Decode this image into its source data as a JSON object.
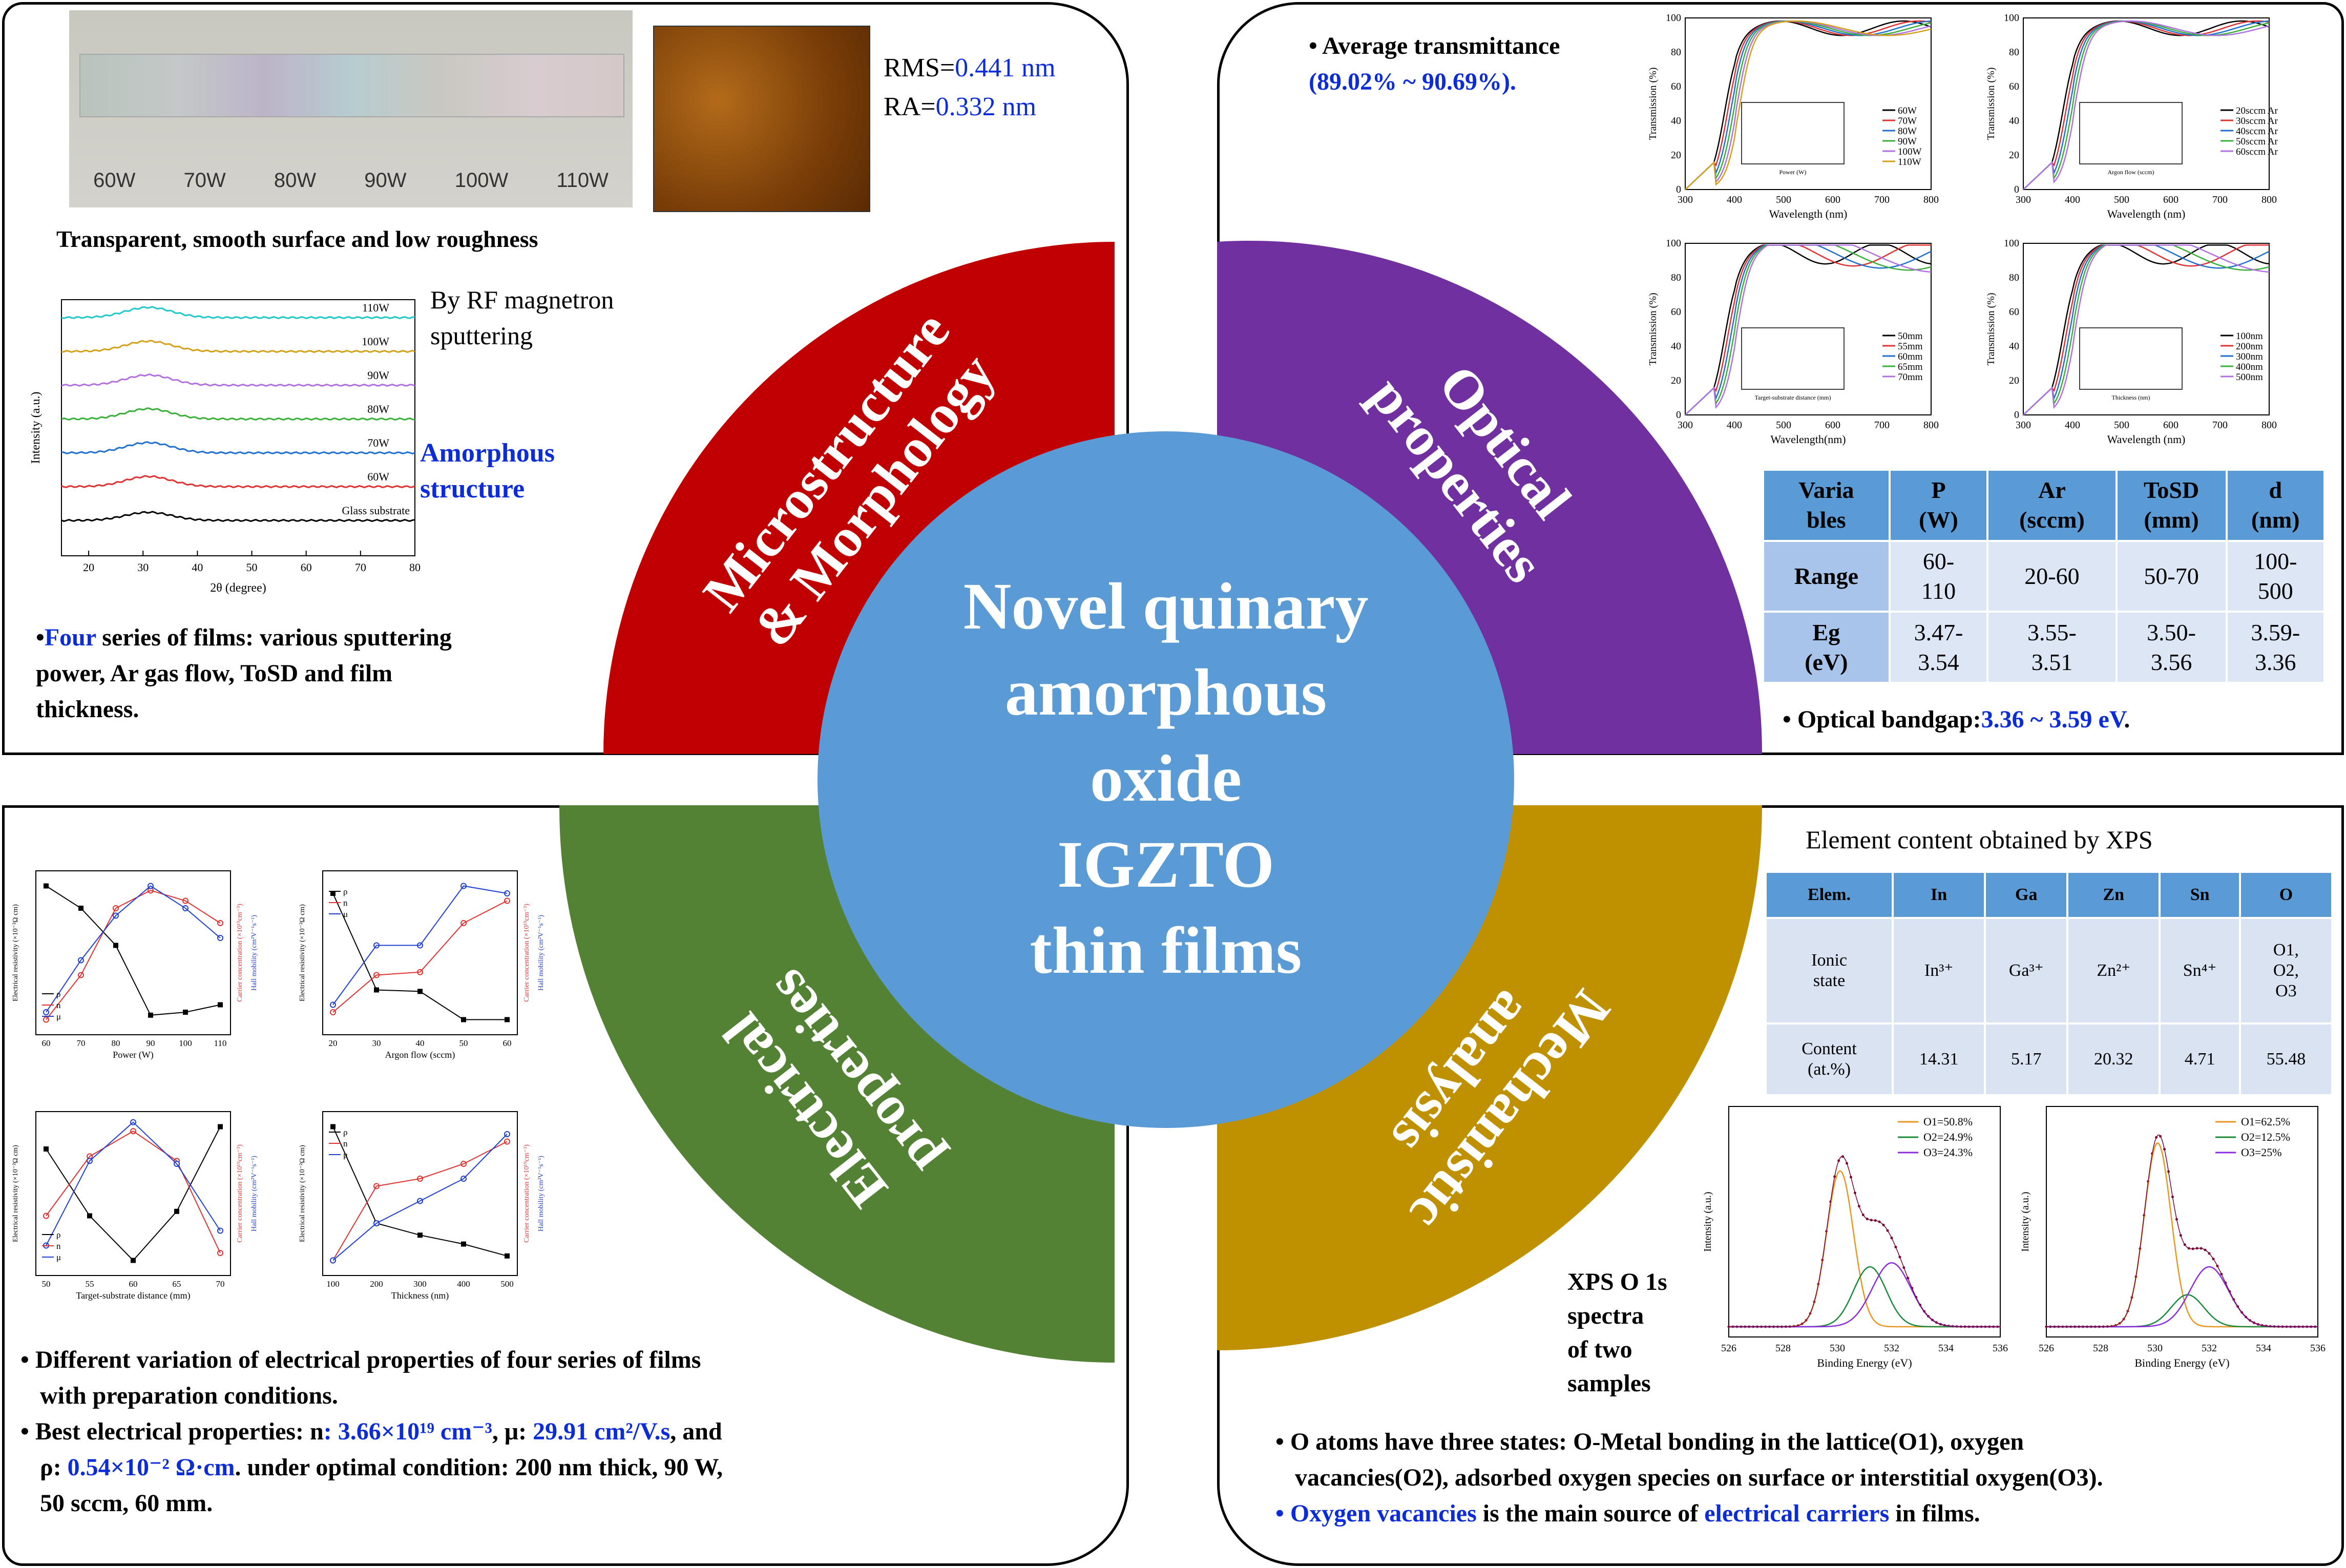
{
  "center": {
    "lines": [
      "Novel quinary",
      "amorphous",
      "oxide",
      "IGZTO",
      "thin films"
    ]
  },
  "quadrants": {
    "micro": {
      "label_1": "Microstructure",
      "label_2": "& Morphology",
      "color": "#c00000"
    },
    "optical": {
      "label_1": "Optical",
      "label_2": "properties",
      "color": "#7030a0"
    },
    "electrical": {
      "label_1": "Electrical",
      "label_2": "properties",
      "color": "#548235"
    },
    "mech": {
      "label_1": "Mechanistic",
      "label_2": "analysis",
      "color": "#bf9000"
    }
  },
  "micro_panel": {
    "photo_labels": [
      "60W",
      "70W",
      "80W",
      "90W",
      "100W",
      "110W"
    ],
    "rms_label": "RMS=",
    "rms_value": "0.441 nm",
    "ra_label": "RA=",
    "ra_value": "0.332 nm",
    "photo_caption": "Transparent, smooth surface and low roughness",
    "sputter_text_1": "By RF magnetron",
    "sputter_text_2": "sputtering",
    "amorphous_1": "Amorphous",
    "amorphous_2": "structure",
    "xrd": {
      "ylabel": "Intensity (a.u.)",
      "xlabel": "2θ (degree)",
      "xticks": [
        "20",
        "30",
        "40",
        "50",
        "60",
        "70",
        "80"
      ],
      "curves": [
        "110W",
        "100W",
        "90W",
        "80W",
        "70W",
        "60W",
        "Glass substrate"
      ],
      "colors": [
        "#1ec8c8",
        "#d4a017",
        "#b070e0",
        "#38b038",
        "#1f6fd0",
        "#e03030",
        "#000000"
      ]
    },
    "bullet_1_blue": "Four",
    "bullet_1_rest": " series of  films: various sputtering",
    "bullet_1_line2": "power, Ar gas flow, ToSD and film",
    "bullet_1_line3": "thickness."
  },
  "optical_panel": {
    "avg_1": "Average transmittance",
    "avg_2": "(89.02% ~ 90.69%).",
    "charts": [
      {
        "ylabel": "Transmission (%)",
        "xlabel": "Wavelength (nm)",
        "legend": [
          "60W",
          "70W",
          "80W",
          "90W",
          "100W",
          "110W"
        ],
        "inset_x": "Power (W)"
      },
      {
        "ylabel": "Transmission (%)",
        "xlabel": "Wavelength (nm)",
        "legend": [
          "20sccm Ar",
          "30sccm Ar",
          "40sccm Ar",
          "50sccm Ar",
          "60sccm Ar"
        ],
        "inset_x": "Argon flow (sccm)"
      },
      {
        "ylabel": "Transmission (%)",
        "xlabel": "Wavelength(nm)",
        "legend": [
          "50mm",
          "55mm",
          "60mm",
          "65mm",
          "70mm"
        ],
        "inset_x": "Target-substrate distance (mm)"
      },
      {
        "ylabel": "Transmission (%)",
        "xlabel": "Wavelength (nm)",
        "legend": [
          "100nm",
          "200nm",
          "300nm",
          "400nm",
          "500nm"
        ],
        "inset_x": "Thickness (nm)"
      }
    ],
    "colors": [
      "#000000",
      "#e03030",
      "#1f6fd0",
      "#38b038",
      "#b070e0",
      "#d4a017"
    ],
    "xticks": [
      "300",
      "400",
      "500",
      "600",
      "700",
      "800"
    ],
    "yticks": [
      "0",
      "20",
      "40",
      "60",
      "80",
      "100"
    ],
    "table": {
      "header": [
        "Varia\nbles",
        "P\n(W)",
        "Ar\n(sccm)",
        "ToSD\n(mm)",
        "d\n(nm)"
      ],
      "rows": [
        [
          "Range",
          "60-\n110",
          "20-60",
          "50-70",
          "100-\n500"
        ],
        [
          "Eg\n(eV)",
          "3.47-\n3.54",
          "3.55-\n3.51",
          "3.50-\n3.56",
          "3.59-\n3.36"
        ]
      ]
    },
    "bandgap_label": "Optical bandgap:",
    "bandgap_value": "3.36 ~ 3.59 eV",
    "bandgap_end": "."
  },
  "electrical_panel": {
    "charts": [
      {
        "xlabel": "Power (W)",
        "xticks": [
          "60",
          "70",
          "80",
          "90",
          "100",
          "110"
        ],
        "legend": [
          "ρ",
          "n",
          "μ"
        ]
      },
      {
        "xlabel": "Argon flow (sccm)",
        "xticks": [
          "20",
          "30",
          "40",
          "50",
          "60"
        ],
        "legend": [
          "ρ",
          "n",
          "μ"
        ]
      },
      {
        "xlabel": "Target-substrate distance (mm)",
        "xticks": [
          "50",
          "55",
          "60",
          "65",
          "70"
        ],
        "legend": [
          "ρ",
          "n",
          "μ"
        ]
      },
      {
        "xlabel": "Thickness (nm)",
        "xticks": [
          "100",
          "200",
          "300",
          "400",
          "500"
        ],
        "legend": [
          "ρ",
          "n",
          "μ"
        ]
      }
    ],
    "yleft": "Electrical resistivity (×10⁻²Ω cm)",
    "yright1": "Carrier concentration (×10¹⁹cm⁻³)",
    "yright2": "Hall mobility (cm²V⁻¹s⁻¹)",
    "bullet_1": "Different variation of electrical properties of four series of films",
    "bullet_1b": "with preparation conditions.",
    "bullet_2a": "Best electrical properties: n",
    "bullet_2b": ": 3.66×10¹⁹ cm⁻³",
    "bullet_2c": ",  μ: ",
    "bullet_2d": "29.91 cm²/V.s",
    "bullet_2e": ", and",
    "bullet_3a": "ρ: ",
    "bullet_3b": "0.54×10⁻² Ω·cm",
    "bullet_3c": ". under optimal condition: 200 nm thick, 90 W,",
    "bullet_4": "50 sccm, 60 mm."
  },
  "mech_panel": {
    "title": "Element content obtained by XPS",
    "table": {
      "header": [
        "Elem.",
        "In",
        "Ga",
        "Zn",
        "Sn",
        "O"
      ],
      "rows": [
        [
          "Ionic\nstate",
          "In³⁺",
          "Ga³⁺",
          "Zn²⁺",
          "Sn⁴⁺",
          "O1,\nO2,\nO3"
        ],
        [
          "Content\n(at.%)",
          "14.31",
          "5.17",
          "20.32",
          "4.71",
          "55.48"
        ]
      ]
    },
    "xps_caption": [
      "XPS O 1s",
      "spectra",
      "of two",
      "samples"
    ],
    "xps_charts": [
      {
        "legend": [
          "O1=50.8%",
          "O2=24.9%",
          "O3=24.3%"
        ],
        "ylabel": "Intensity (a.u.)",
        "xlabel": "Binding Energy (eV)"
      },
      {
        "legend": [
          "O1=62.5%",
          "O2=12.5%",
          "O3=25%"
        ],
        "ylabel": "Intensity (a.u.)",
        "xlabel": "Binding Energy (eV)"
      }
    ],
    "xps_xticks": [
      "526",
      "528",
      "530",
      "532",
      "534",
      "536"
    ],
    "bullet_1": "O atoms have three states: O-Metal bonding in the lattice(O1), oxygen",
    "bullet_1b": "vacancies(O2), adsorbed oxygen species on surface or interstitial oxygen(O3).",
    "bullet_2a": "Oxygen vacancies",
    "bullet_2b": " is the main source of ",
    "bullet_2c": "electrical carriers",
    "bullet_2d": " in films."
  }
}
